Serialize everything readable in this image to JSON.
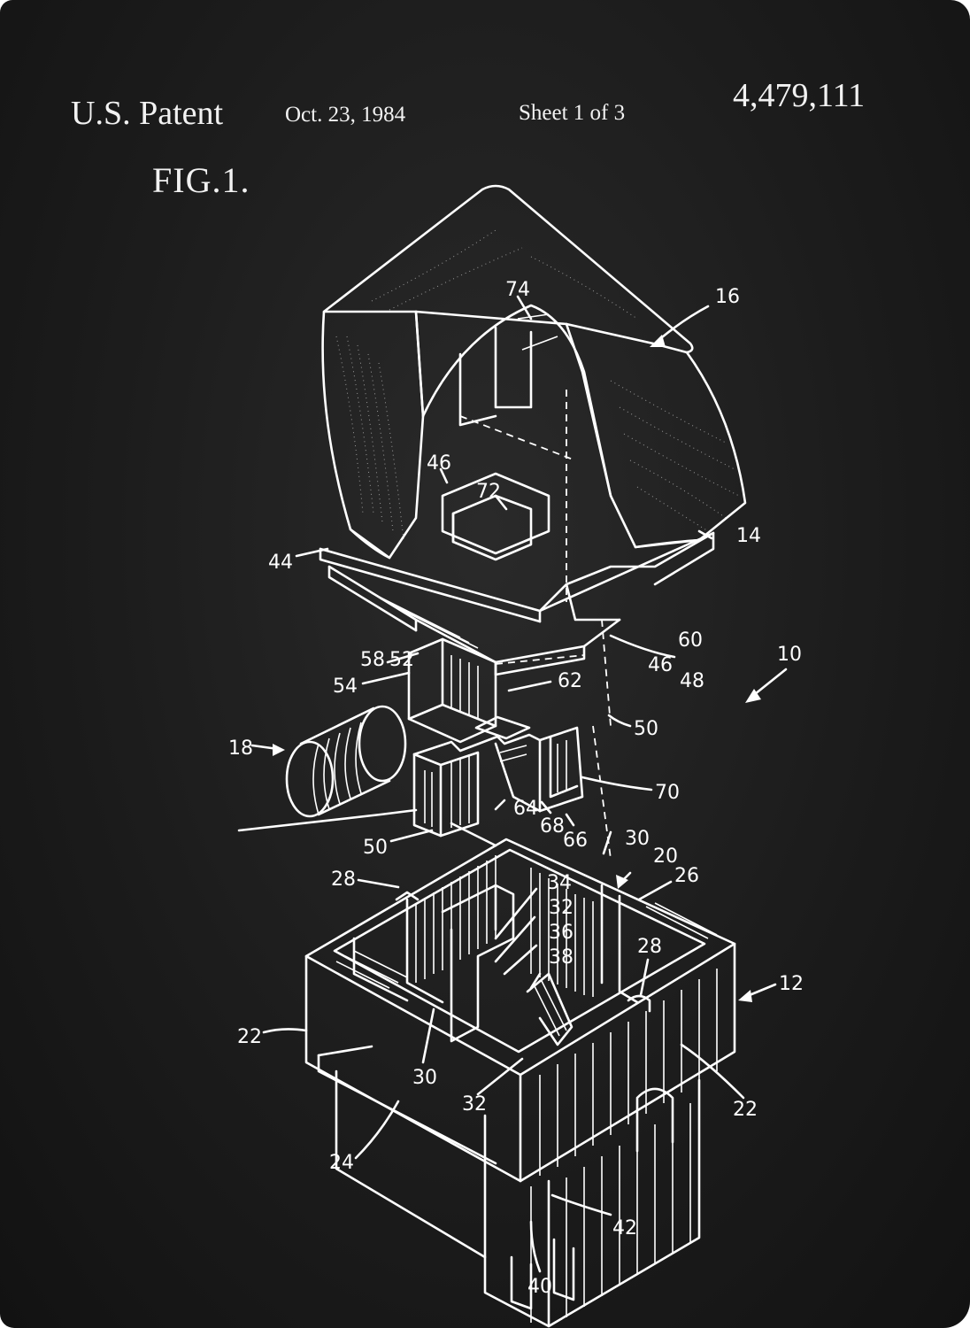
{
  "header": {
    "patent_label": "U.S. Patent",
    "date": "Oct. 23, 1984",
    "sheet": "Sheet 1 of 3",
    "patent_number": "4,479,111"
  },
  "figure": {
    "title": "FIG.1."
  },
  "reference_labels": {
    "r74": "74",
    "r16": "16",
    "r46a": "46",
    "r72": "72",
    "r14": "14",
    "r44": "44",
    "r60": "60",
    "r58": "58",
    "r52": "52",
    "r46b": "46",
    "r48": "48",
    "r10": "10",
    "r54": "54",
    "r62": "62",
    "r50a": "50",
    "r18": "18",
    "r70": "70",
    "r64": "64",
    "r68": "68",
    "r66": "66",
    "r50b": "50",
    "r30a": "30",
    "r20": "20",
    "r28a": "28",
    "r26": "26",
    "r34": "34",
    "r32a": "32",
    "r36": "36",
    "r38": "38",
    "r28b": "28",
    "r12": "12",
    "r22a": "22",
    "r30b": "30",
    "r32b": "32",
    "r22b": "22",
    "r24": "24",
    "r42": "42",
    "r40": "40"
  },
  "colors": {
    "background": "#1c1c1c",
    "ink": "#ffffff"
  }
}
